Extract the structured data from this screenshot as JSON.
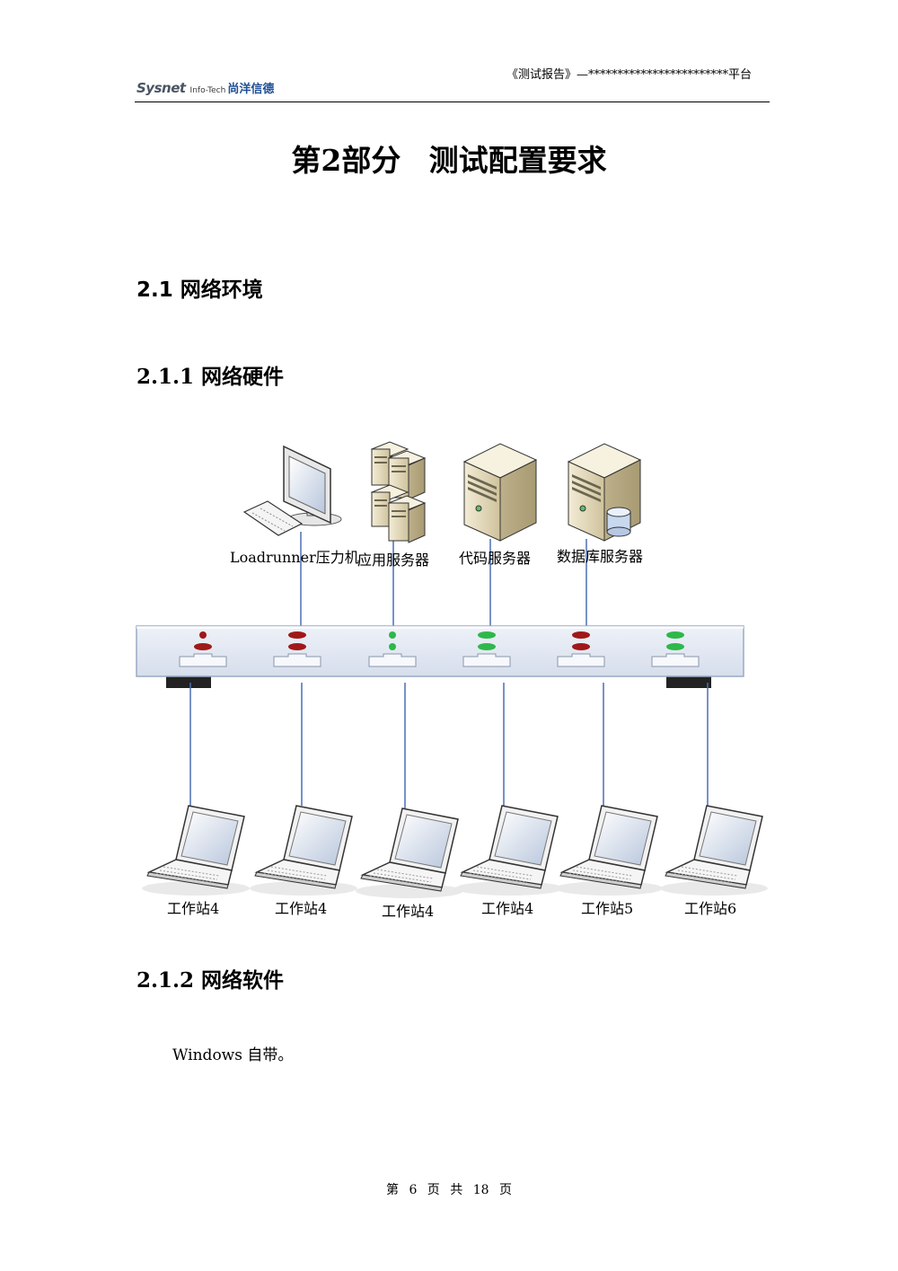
{
  "header": {
    "logo": {
      "sysnet": "Sysnet",
      "infotech": "Info-Tech",
      "chinese": "尚洋信德"
    },
    "doc_title": "《测试报告》—************************平台"
  },
  "part_title": "第2部分 测试配置要求",
  "section_2_1": "2.1 网络环境",
  "section_2_1_1": "2.1.1 网络硬件",
  "diagram": {
    "servers": [
      {
        "label": "Loadrunner压力机",
        "icon": "desktop-computer-icon"
      },
      {
        "label": "应用服务器",
        "icon": "server-cluster-icon"
      },
      {
        "label": "代码服务器",
        "icon": "tower-server-icon"
      },
      {
        "label": "数据库服务器",
        "icon": "database-server-icon"
      }
    ],
    "switch": {
      "icon": "network-switch-icon",
      "port_lights": [
        "red",
        "red",
        "green",
        "green",
        "red",
        "green"
      ]
    },
    "workstations": [
      {
        "label": "工作站4",
        "icon": "laptop-icon"
      },
      {
        "label": "工作站4",
        "icon": "laptop-icon"
      },
      {
        "label": "工作站4",
        "icon": "laptop-icon"
      },
      {
        "label": "工作站4",
        "icon": "laptop-icon"
      },
      {
        "label": "工作站5",
        "icon": "laptop-icon"
      },
      {
        "label": "工作站6",
        "icon": "laptop-icon"
      }
    ],
    "colors": {
      "link": "#4a6fb5",
      "switch": "#e4eaf4",
      "red_light": "#a01818",
      "green_light": "#2eb84a"
    }
  },
  "section_2_1_2": "2.1.2 网络软件",
  "software_text": "Windows 自带。",
  "footer": "第 6 页 共 18 页"
}
